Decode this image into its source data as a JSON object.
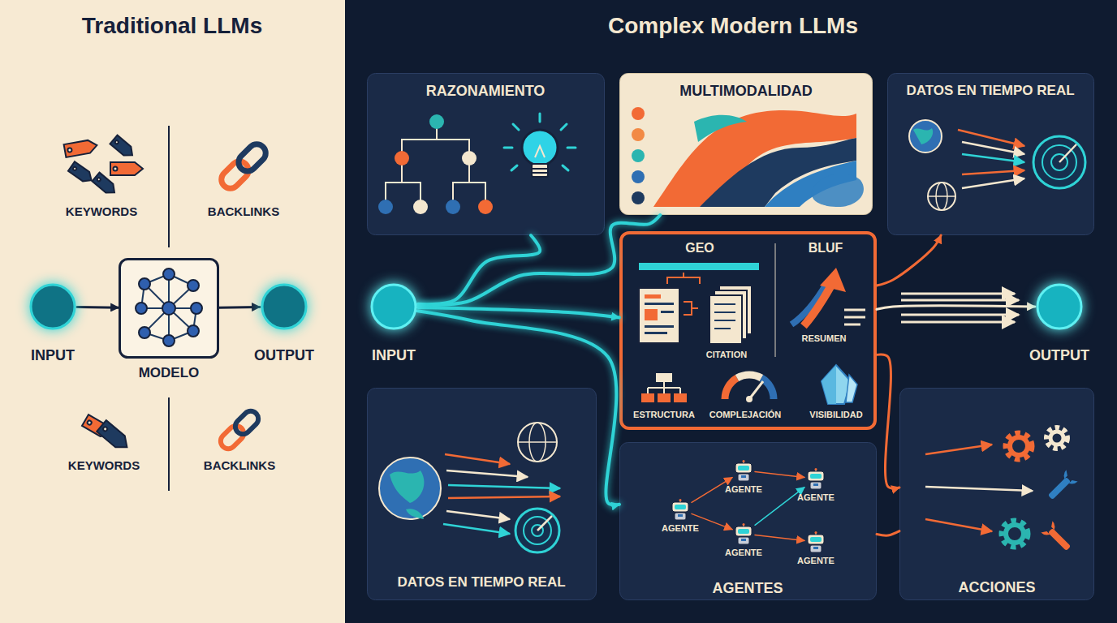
{
  "diagram": {
    "nodes": [
      {
        "text": [
          "Traditional LLMs"
        ]
      },
      {
        "text": [
          "INPUT"
        ],
        "in": 0
      },
      {
        "text": [
          "MODELO"
        ],
        "in": 0
      },
      {
        "text": [
          "OUTPUT"
        ],
        "in": 0
      },
      {
        "text": [
          "Complex Modern LLMs"
        ]
      },
      {
        "text": [
          "RAZONAMIENTO"
        ],
        "in": 4
      },
      {
        "text": [
          "MULTIMODALIDAD"
        ],
        "in": 4
      },
      {
        "text": [
          "DATOS EN TIEMPO REAL"
        ],
        "in": 4
      },
      {
        "text": [
          "INPUT"
        ],
        "in": 4
      },
      {
        "text": [
          "GEO",
          "CITATION",
          "BLUF",
          "RESUMEN",
          "ESTRUCTURA",
          "COMPLEJACIÓN",
          "VISIBILIDAD"
        ],
        "in": 4
      },
      {
        "text": [
          "OUTPUT"
        ],
        "in": 4
      },
      {
        "text": [
          "DATOS EN TIEMPO REAL"
        ],
        "in": 4
      },
      {
        "text": [
          "AGENTES"
        ],
        "in": 4
      },
      {
        "text": [
          "AGENTE"
        ],
        "in": 12
      },
      {
        "text": [
          "AGENTE"
        ],
        "in": 12
      },
      {
        "text": [
          "AGENTE"
        ],
        "in": 12
      },
      {
        "text": [
          "AGENTE"
        ],
        "in": 12
      },
      {
        "text": [
          "AGENTE"
        ],
        "in": 12
      },
      {
        "text": [
          "ACCIONES"
        ],
        "in": 4
      }
    ],
    "edges": [
      {
        "from": 1,
        "to": 2,
        "arrow": "to"
      },
      {
        "from": 2,
        "to": 3,
        "arrow": "to"
      },
      {
        "from": 8,
        "to": 5,
        "arrow": "none"
      },
      {
        "from": 8,
        "to": 6,
        "arrow": "none"
      },
      {
        "from": 8,
        "to": 9,
        "arrow": "to"
      },
      {
        "from": 8,
        "to": 12,
        "arrow": "to"
      },
      {
        "from": 9,
        "to": 10,
        "arrow": "to"
      },
      {
        "from": 9,
        "to": 7,
        "arrow": "to"
      },
      {
        "from": 9,
        "to": 18,
        "arrow": "to"
      },
      {
        "from": 12,
        "to": 18,
        "arrow": "none"
      },
      {
        "from": 13,
        "to": 14,
        "arrow": "to"
      },
      {
        "from": 13,
        "to": 16,
        "arrow": "to"
      },
      {
        "from": 16,
        "to": 15,
        "arrow": "to"
      },
      {
        "from": 14,
        "to": 15,
        "arrow": "to"
      },
      {
        "from": 16,
        "to": 17,
        "arrow": "to"
      }
    ],
    "labels": [
      "KEYWORDS",
      "BACKLINKS",
      "KEYWORDS",
      "BACKLINKS"
    ]
  }
}
